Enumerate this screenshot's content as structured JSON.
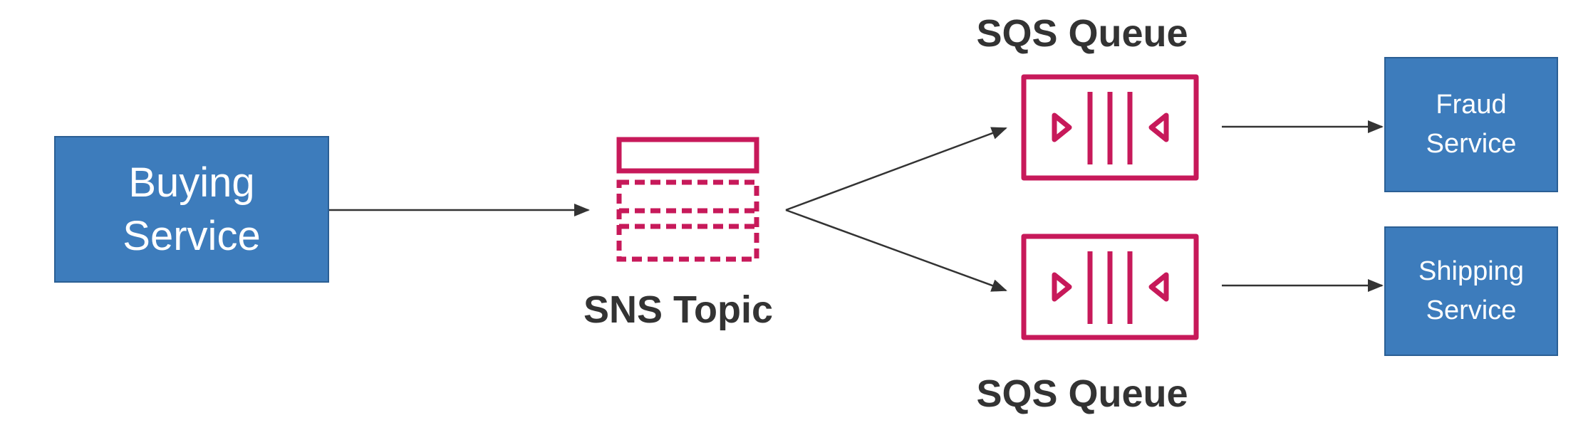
{
  "diagram": {
    "nodes": {
      "buying_service": {
        "line1": "Buying",
        "line2": "Service"
      },
      "sns_topic": {
        "label": "SNS Topic",
        "icon": "sns-topic-icon"
      },
      "sqs_queue_top": {
        "label": "SQS Queue",
        "icon": "sqs-queue-icon"
      },
      "sqs_queue_bottom": {
        "label": "SQS Queue",
        "icon": "sqs-queue-icon"
      },
      "fraud_service": {
        "line1": "Fraud",
        "line2": "Service"
      },
      "shipping_service": {
        "line1": "Shipping",
        "line2": "Service"
      }
    },
    "edges": [
      {
        "from": "Buying Service",
        "to": "SNS Topic"
      },
      {
        "from": "SNS Topic",
        "to": "SQS Queue (top)"
      },
      {
        "from": "SNS Topic",
        "to": "SQS Queue (bottom)"
      },
      {
        "from": "SQS Queue (top)",
        "to": "Fraud Service"
      },
      {
        "from": "SQS Queue (bottom)",
        "to": "Shipping Service"
      }
    ],
    "colors": {
      "service_fill": "#3d7cbc",
      "service_border": "#2b5f94",
      "aws_icon": "#c7195a",
      "arrow": "#333333",
      "label_text": "#333333"
    }
  }
}
